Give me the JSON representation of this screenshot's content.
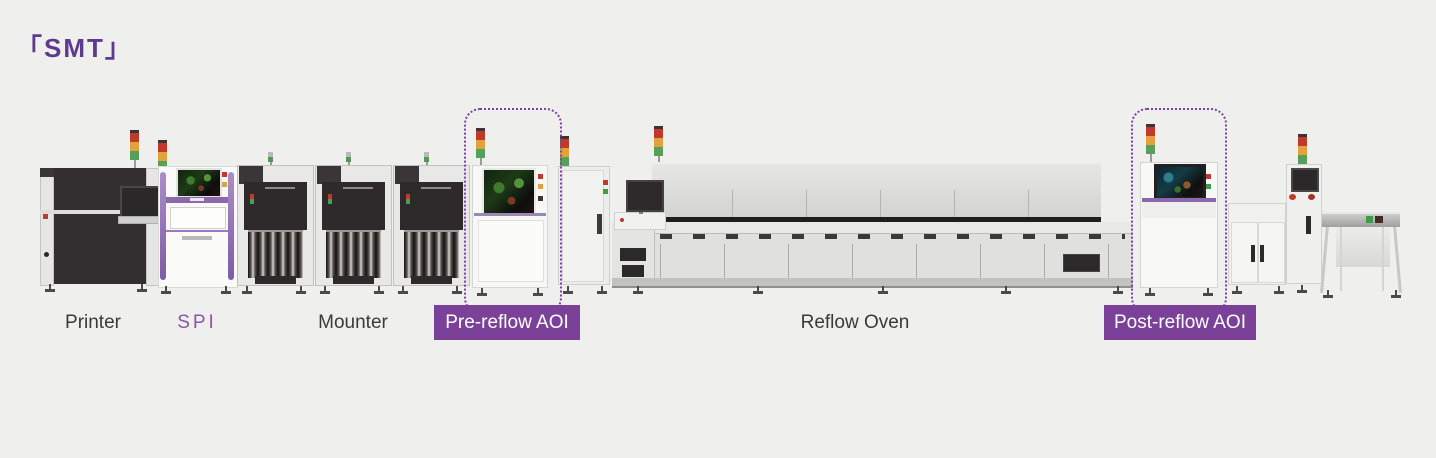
{
  "title": "「SMT」",
  "theme": {
    "background": "#EFEFED",
    "title_color": "#5E3A8E",
    "highlight_bg": "#7B4199",
    "highlight_text": "#FFFFFF",
    "highlight_border": "#7C44A0",
    "plain_label_color": "#3A3A3A",
    "spi_label_color": "#8A56A8",
    "signal_tower_colors": [
      "#C0392B",
      "#E2A23B",
      "#57A05A"
    ]
  },
  "stations": [
    {
      "id": "printer",
      "label": "Printer",
      "highlighted": false
    },
    {
      "id": "spi",
      "label": "SPI",
      "highlighted": false
    },
    {
      "id": "mounter",
      "label": "Mounter",
      "highlighted": false,
      "units": 3
    },
    {
      "id": "pre-reflow-aoi",
      "label": "Pre-reflow AOI",
      "highlighted": true
    },
    {
      "id": "reflow-oven",
      "label": "Reflow Oven",
      "highlighted": false
    },
    {
      "id": "post-reflow-aoi",
      "label": "Post-reflow AOI",
      "highlighted": true
    }
  ]
}
